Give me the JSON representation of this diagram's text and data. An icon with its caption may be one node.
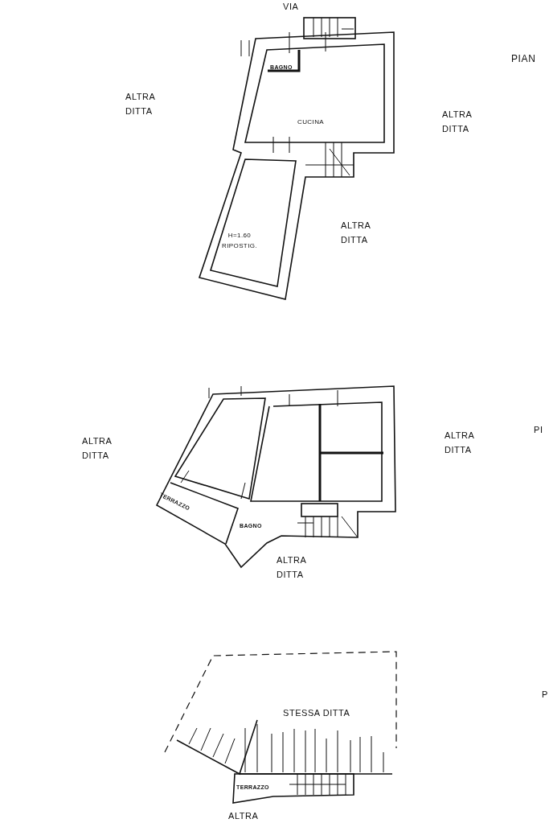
{
  "diagram": {
    "labels": [
      "VIA",
      "PIAN",
      "BAGNO",
      "ALTRA DITTA",
      "CUCINA",
      "ALTRA DITTA",
      "H=1.60 RIPOSTIG.",
      "ALTRA DITTA",
      "ALTRA DITTA",
      "ALTRA DITTA",
      "PI",
      "TERRAZZO",
      "BAGNO",
      "ALTRA DITTA",
      "STESSA DITTA",
      "P",
      "TERRAZZO",
      "ALTRA"
    ]
  }
}
